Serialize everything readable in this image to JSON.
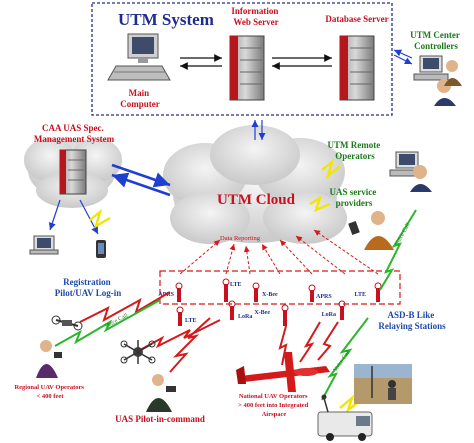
{
  "utm_system": {
    "title": "UTM System",
    "main_computer": [
      "Main",
      "Computer"
    ],
    "info_server": [
      "Information",
      "Web Server"
    ],
    "db_server": "Database Server"
  },
  "center_controllers": [
    "UTM Center",
    "Controllers"
  ],
  "caa_system": [
    "CAA UAS Spec.",
    "Management System"
  ],
  "cloud": {
    "label": "UTM Cloud",
    "data_reporting": "Data Reporting"
  },
  "remote_operators": [
    "UTM Remote",
    "Operators"
  ],
  "service_providers": [
    "UAS service",
    "providers"
  ],
  "registration": [
    "Registration",
    "Pilot/UAV Log-in"
  ],
  "towers": {
    "aprs": "APRS",
    "lte": "LTE",
    "lora": "LoRa",
    "xbee": "X-Bee"
  },
  "voice_call": "Voice Call",
  "adsb": [
    "ASD-B Like",
    "Relaying Stations"
  ],
  "regional_ops": [
    "Regional UAV Operators",
    "< 400 feet"
  ],
  "national_ops": [
    "National UAV Operators",
    "> 400 feet into Integrated",
    "Airspace"
  ],
  "pilot_in_command": "UAS Pilot-in-command",
  "colors": {
    "title_blue": "#1f2d8f",
    "label_red": "#c8101e",
    "label_green": "#1a7a1a",
    "label_blue": "#1f4aa8",
    "server_red": "#b5171c",
    "cloud": "#d8d8d8",
    "zigzag_red": "#d41a1a",
    "zigzag_green": "#2db52d",
    "zigzag_yellow": "#f2e600"
  }
}
